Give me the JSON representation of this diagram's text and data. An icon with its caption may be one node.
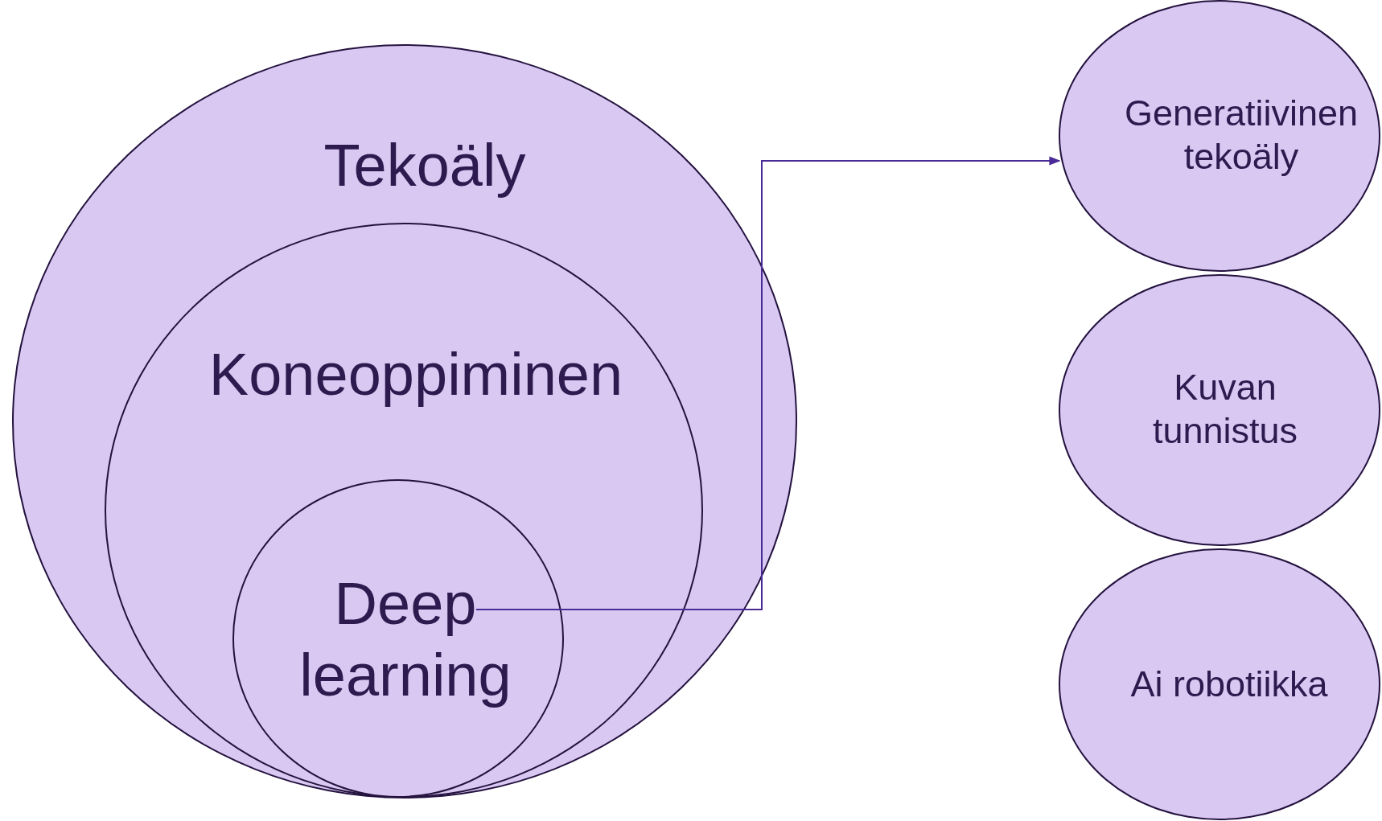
{
  "diagram": {
    "nodes": [
      {
        "text": [
          "Tekoäly"
        ]
      },
      {
        "text": [
          "Koneoppiminen"
        ],
        "in": 0
      },
      {
        "text": [
          "Deep learning"
        ],
        "in": 1
      },
      {
        "text": [
          "Generatiivinen tekoäly"
        ]
      },
      {
        "text": [
          "Kuvan tunnistus"
        ]
      },
      {
        "text": [
          "Ai robotiikka"
        ]
      }
    ],
    "edges": [
      {
        "from": 2,
        "to": 3,
        "arrow": "to"
      }
    ]
  }
}
